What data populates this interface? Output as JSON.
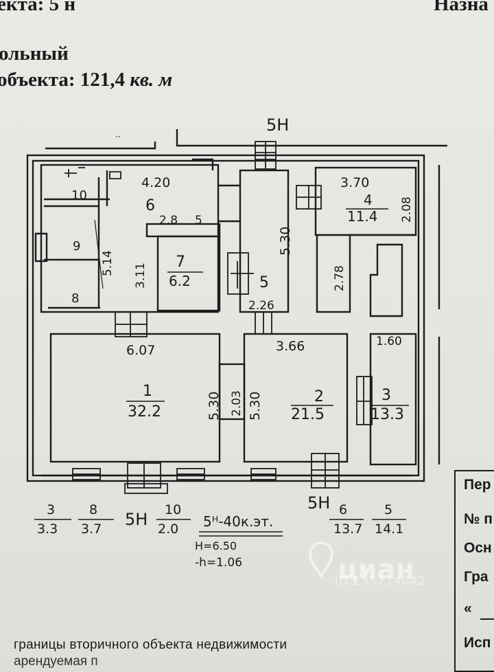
{
  "header": {
    "object_line": "екта: 5 н",
    "purpose_line": "Назна",
    "kind_line": "ольный",
    "area_label": "объекта:",
    "area_value": "121,4",
    "area_unit": "кв. м"
  },
  "plan": {
    "entrances": [
      "5Н",
      "5Н",
      "5Н"
    ],
    "rooms": [
      {
        "num": "1",
        "area": "32.2"
      },
      {
        "num": "2",
        "area": "21.5"
      },
      {
        "num": "3",
        "area": "13.3"
      },
      {
        "num": "4",
        "area": "11.4"
      },
      {
        "num": "5"
      },
      {
        "num": "6"
      },
      {
        "num": "7",
        "area": "6.2"
      },
      {
        "num": "8"
      },
      {
        "num": "9"
      },
      {
        "num": "10"
      }
    ],
    "dimensions": [
      "4.20",
      "2.8",
      "5",
      "5.30",
      "3.70",
      "2.08",
      "2.78",
      "3.11",
      "5.14",
      "2.26",
      "6.07",
      "3.66",
      "1.60",
      "5.30",
      "2.03",
      "5.30"
    ],
    "top_mark": "ᐧᐧ"
  },
  "summary": {
    "fractions": [
      {
        "top": "3",
        "bottom": "3.3"
      },
      {
        "top": "8",
        "bottom": "3.7"
      },
      {
        "top": "10",
        "bottom": "2.0"
      },
      {
        "top": "6",
        "bottom": "13.7"
      },
      {
        "top": "5",
        "bottom": "14.1"
      }
    ],
    "labels": [
      "5Н",
      "5Н"
    ],
    "count_note": "5ᴴ-40к.эт.",
    "height_note": "H=6.50",
    "level_note": "-h=1.06"
  },
  "legend": {
    "per": "Пер",
    "num": "№ п",
    "osn": "Осн",
    "gra": "Гра",
    "quote": "«",
    "isp": "Исп"
  },
  "footer": {
    "line1": "границы вторичного объекта недвижимости",
    "line2": "арендуемая п"
  },
  "watermark": {
    "logo": "циан",
    "id": "ID 235714042"
  }
}
